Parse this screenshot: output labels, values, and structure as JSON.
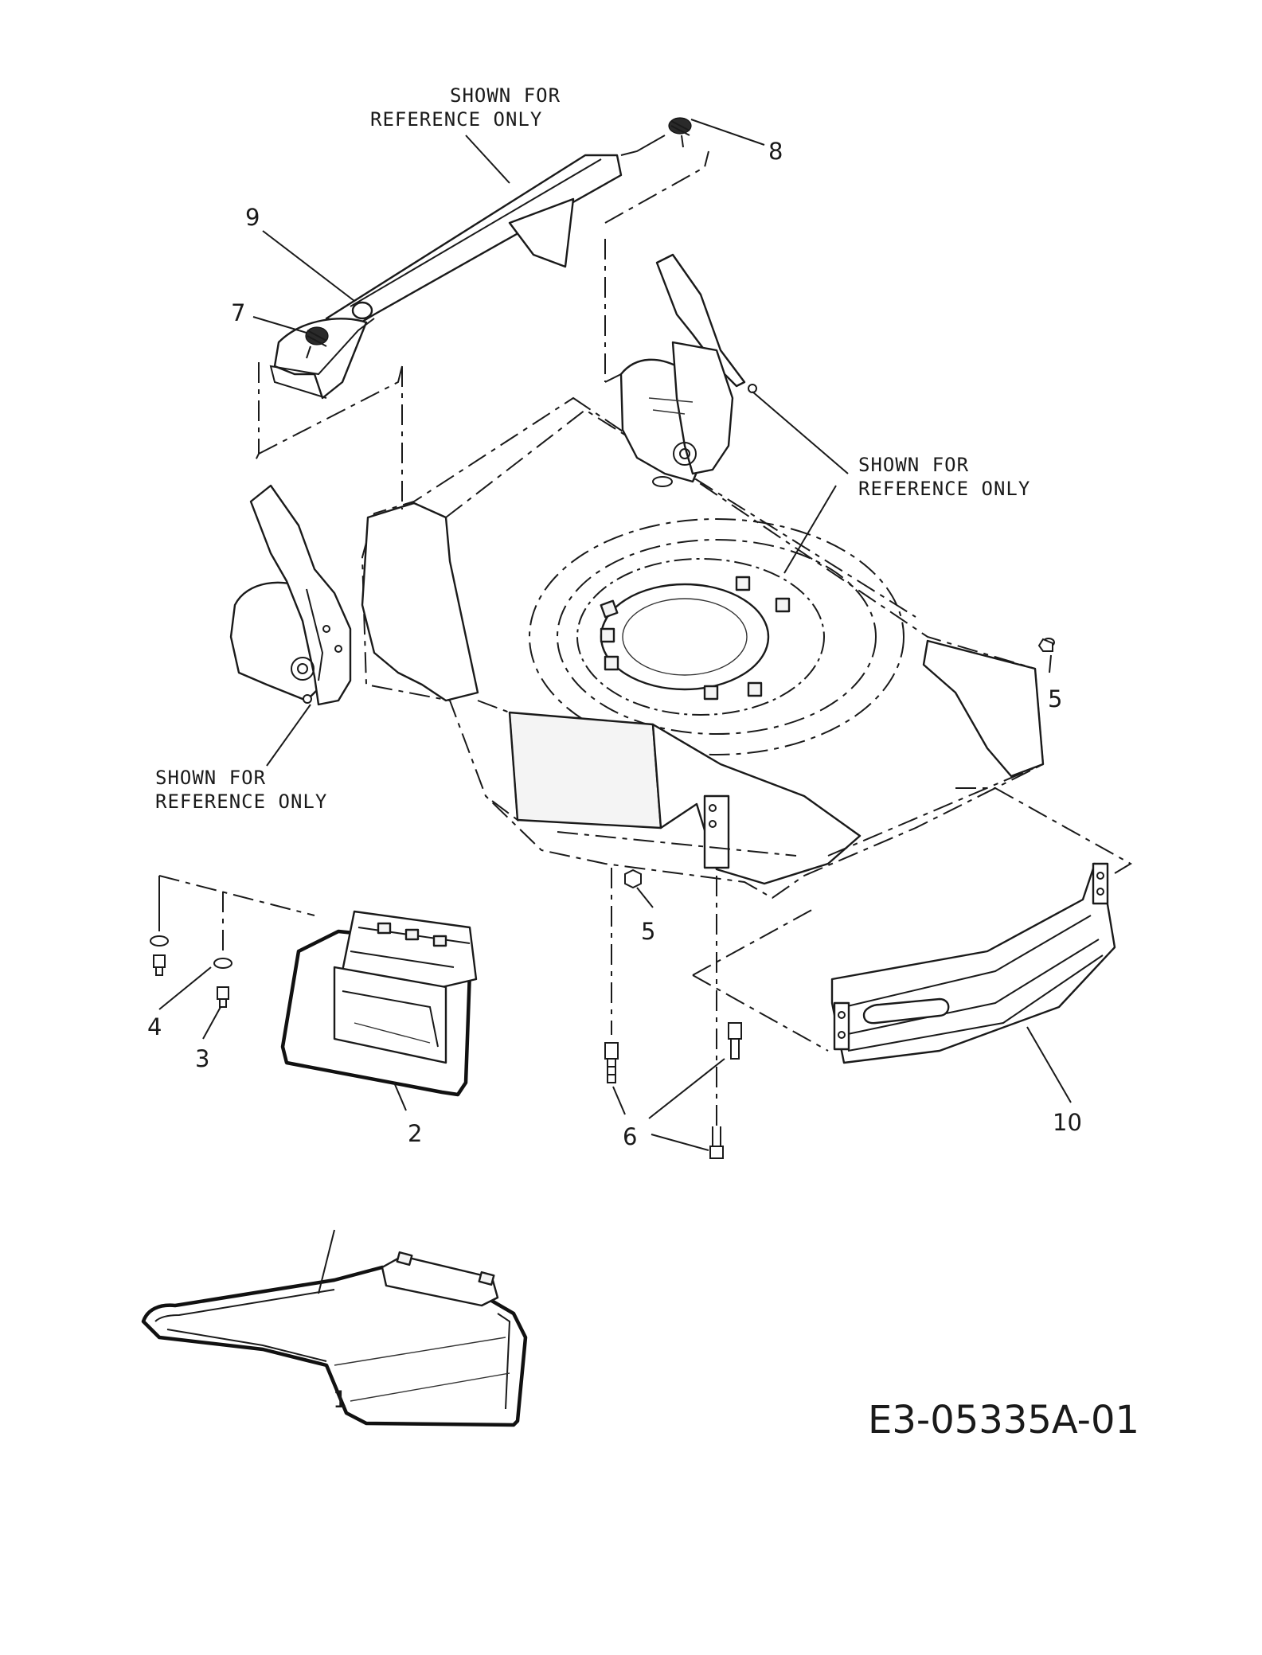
{
  "callouts": {
    "c1": "1",
    "c2": "2",
    "c3": "3",
    "c4": "4",
    "c5a": "5",
    "c5b": "5",
    "c6": "6",
    "c7": "7",
    "c8": "8",
    "c9": "9",
    "c10": "10"
  },
  "reference_notes": {
    "top": {
      "line1": "SHOWN FOR",
      "line2": "REFERENCE ONLY"
    },
    "right": {
      "line1": "SHOWN FOR",
      "line2": "REFERENCE ONLY"
    },
    "left": {
      "line1": "SHOWN FOR",
      "line2": "REFERENCE ONLY"
    }
  },
  "diagram_code": "E3-05335A-01"
}
